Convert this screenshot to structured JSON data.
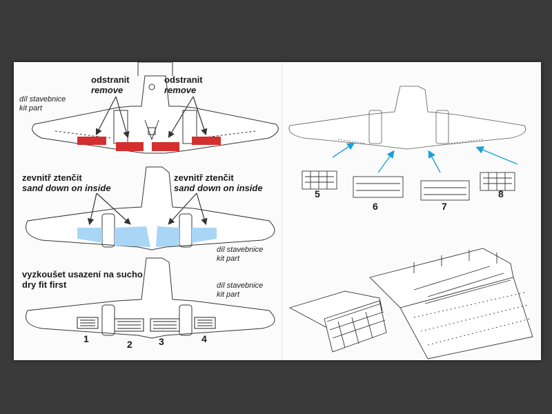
{
  "labels": {
    "remove_cz": "odstranit",
    "remove_en": "remove",
    "kit_part_cz": "díl stavebnice",
    "kit_part_en": "kit part",
    "sand_cz": "zevnitř ztenčit",
    "sand_en": "sand down on inside",
    "dry_fit_cz": "vyzkoušet usazení na sucho",
    "dry_fit_en": "dry fit first"
  },
  "part_numbers": [
    "1",
    "2",
    "3",
    "4",
    "5",
    "6",
    "7",
    "8"
  ],
  "colors": {
    "remove_highlight": "#d32f2f",
    "sand_highlight": "#a9d6f5",
    "arrow_blue": "#1ba1d8",
    "line": "#333333",
    "sheet": "#fbfbfb",
    "background": "#3a3a3a"
  }
}
